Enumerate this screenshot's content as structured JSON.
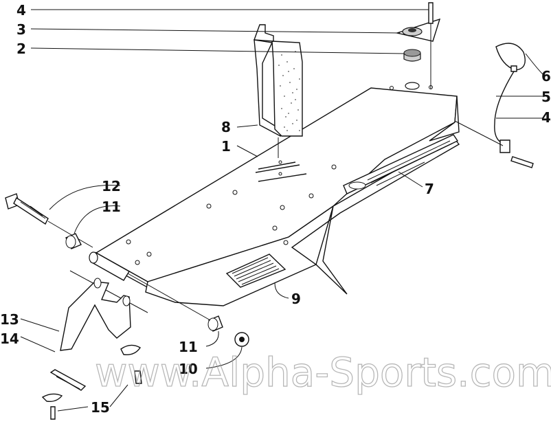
{
  "watermark": "www.Alpha-Sports.com",
  "callouts": [
    "4",
    "3",
    "2",
    "6",
    "5",
    "4",
    "8",
    "1",
    "7",
    "12",
    "11",
    "9",
    "13",
    "14",
    "11",
    "10",
    "15"
  ]
}
